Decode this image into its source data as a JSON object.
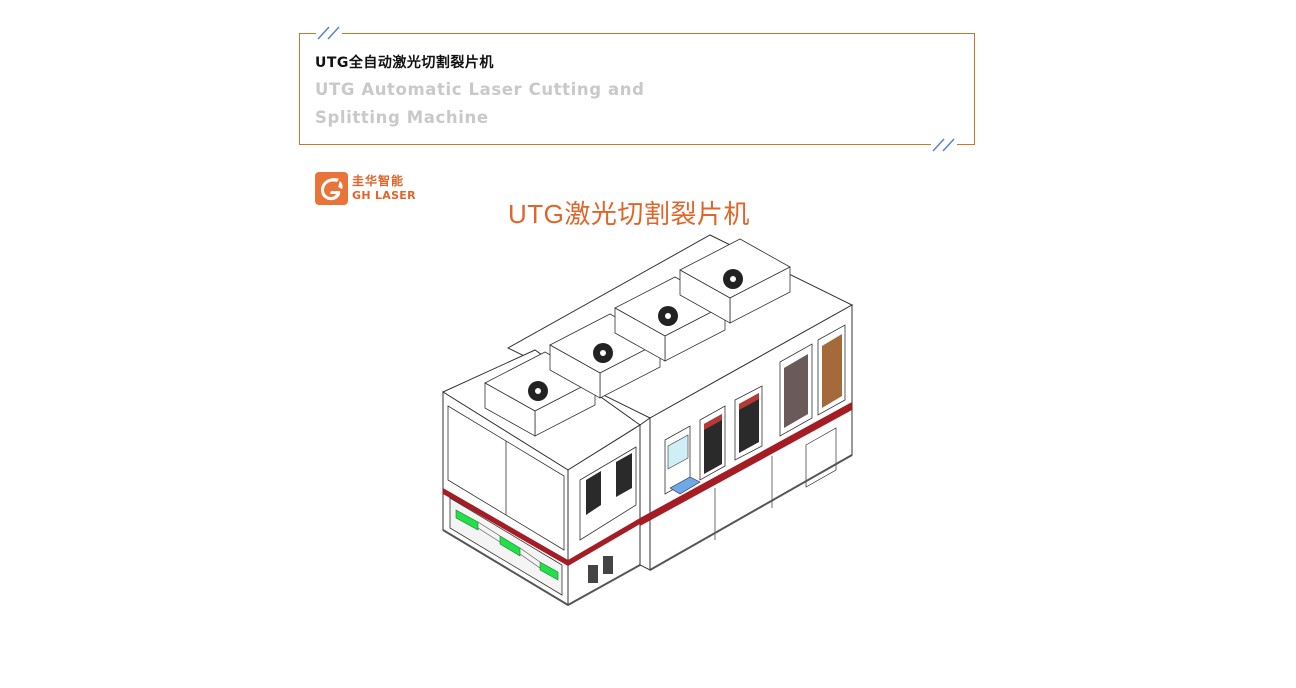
{
  "header": {
    "title_cn": "UTG全自动激光切割裂片机",
    "title_en_line1": "UTG Automatic Laser Cutting and",
    "title_en_line2": "Splitting Machine"
  },
  "brand": {
    "name_cn": "圭华智能",
    "name_en": "GH LASER",
    "logo_icon": "gh-laser-logo-icon"
  },
  "figure": {
    "title": "UTG激光切割裂片机",
    "illustration": "utg-laser-cutting-machine-isometric-drawing"
  },
  "colors": {
    "frame_border": "#c8782a",
    "slash_accent": "#5b7fd1",
    "brand_orange": "#e0652a",
    "title_black": "#111111",
    "subtitle_gray": "#c9c9c9",
    "machine_red_band": "#a51d24",
    "tray_green": "#22e04a"
  }
}
